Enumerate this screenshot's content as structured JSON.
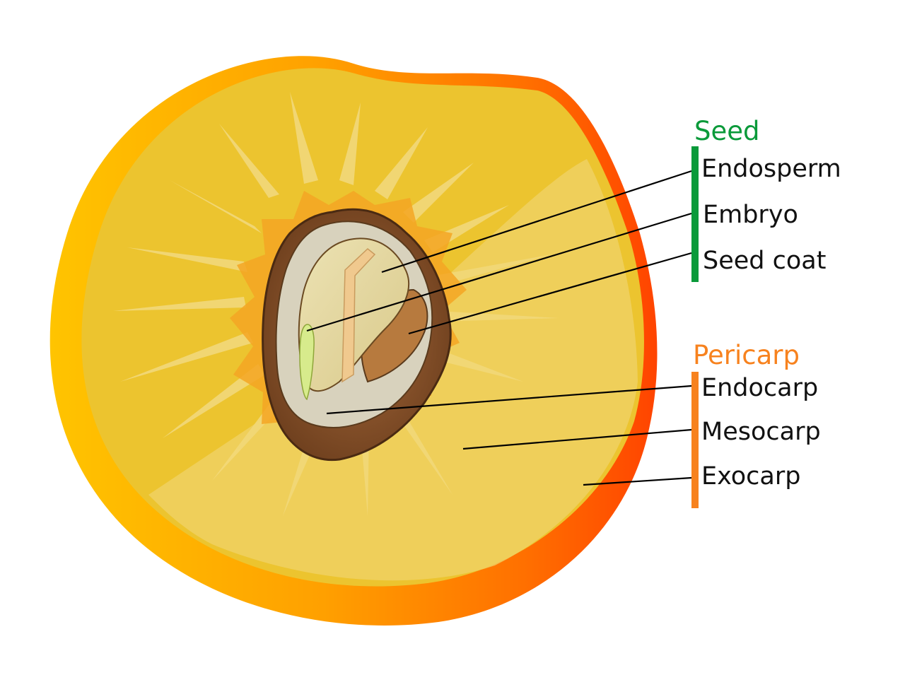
{
  "diagram": {
    "colors": {
      "seed": "#0a9a3a",
      "pericarp": "#f7821e",
      "text": "#111111",
      "flesh": "#ecc42f",
      "flesh_light": "#f0d36a",
      "skin_light": "#ffc400",
      "skin_dark": "#ff4a00",
      "endocarp_dark": "#7a4a26",
      "seed_coat": "#b77a3e",
      "endosperm": "#e0d39a",
      "embryo": "#d7eb8c"
    },
    "groups": {
      "seed": {
        "title": "Seed",
        "parts": {
          "endosperm": "Endosperm",
          "embryo": "Embryo",
          "seed_coat": "Seed coat"
        }
      },
      "pericarp": {
        "title": "Pericarp",
        "parts": {
          "endocarp": "Endocarp",
          "mesocarp": "Mesocarp",
          "exocarp": "Exocarp"
        }
      }
    }
  }
}
